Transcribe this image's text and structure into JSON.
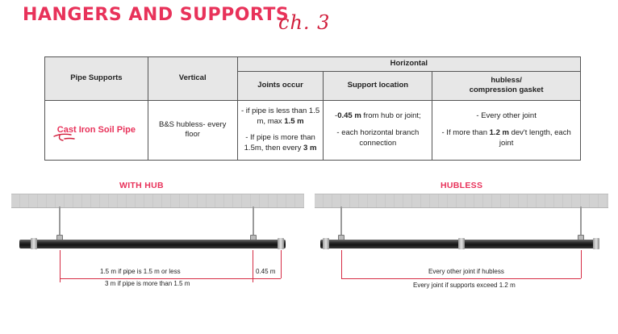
{
  "page": {
    "title": "HANGERS AND SUPPORTS",
    "handwritten_note": "ch. 3"
  },
  "table": {
    "headers": {
      "pipe_supports": "Pipe Supports",
      "vertical": "Vertical",
      "horizontal": "Horizontal",
      "joints_occur": "Joints occur",
      "support_location": "Support location",
      "hubless_line1": "hubless/",
      "hubless_line2": "compression gasket"
    },
    "row": {
      "category": "Cast Iron Soil Pipe",
      "vertical": "B&S hubless- every floor",
      "joints_a_pre": "- if pipe is less than 1.5 m, max ",
      "joints_a_bold": "1.5 m",
      "joints_b_pre": "- If pipe is more than 1.5m, then every ",
      "joints_b_bold": "3 m",
      "support_a_pre": "-",
      "support_a_bold": "0.45 m",
      "support_a_post": " from hub or joint;",
      "support_b": "- each horizontal branch connection",
      "hubless_a": "- Every other joint",
      "hubless_b_pre": "- If more than ",
      "hubless_b_bold": "1.2 m",
      "hubless_b_post": " dev't length, each joint"
    }
  },
  "diagrams": {
    "with_hub": {
      "title": "WITH HUB",
      "label_1": "1.5 m if pipe is 1.5 m or less",
      "label_2": "3 m if pipe is more than 1.5 m",
      "label_3": "0.45 m"
    },
    "hubless": {
      "title": "HUBLESS",
      "label_1": "Every other joint if hubless",
      "label_2": "Every joint if supports exceed 1.2 m"
    }
  },
  "colors": {
    "accent": "#e8325a",
    "dimension": "#d62c44",
    "header_bg": "#e7e7e7"
  }
}
